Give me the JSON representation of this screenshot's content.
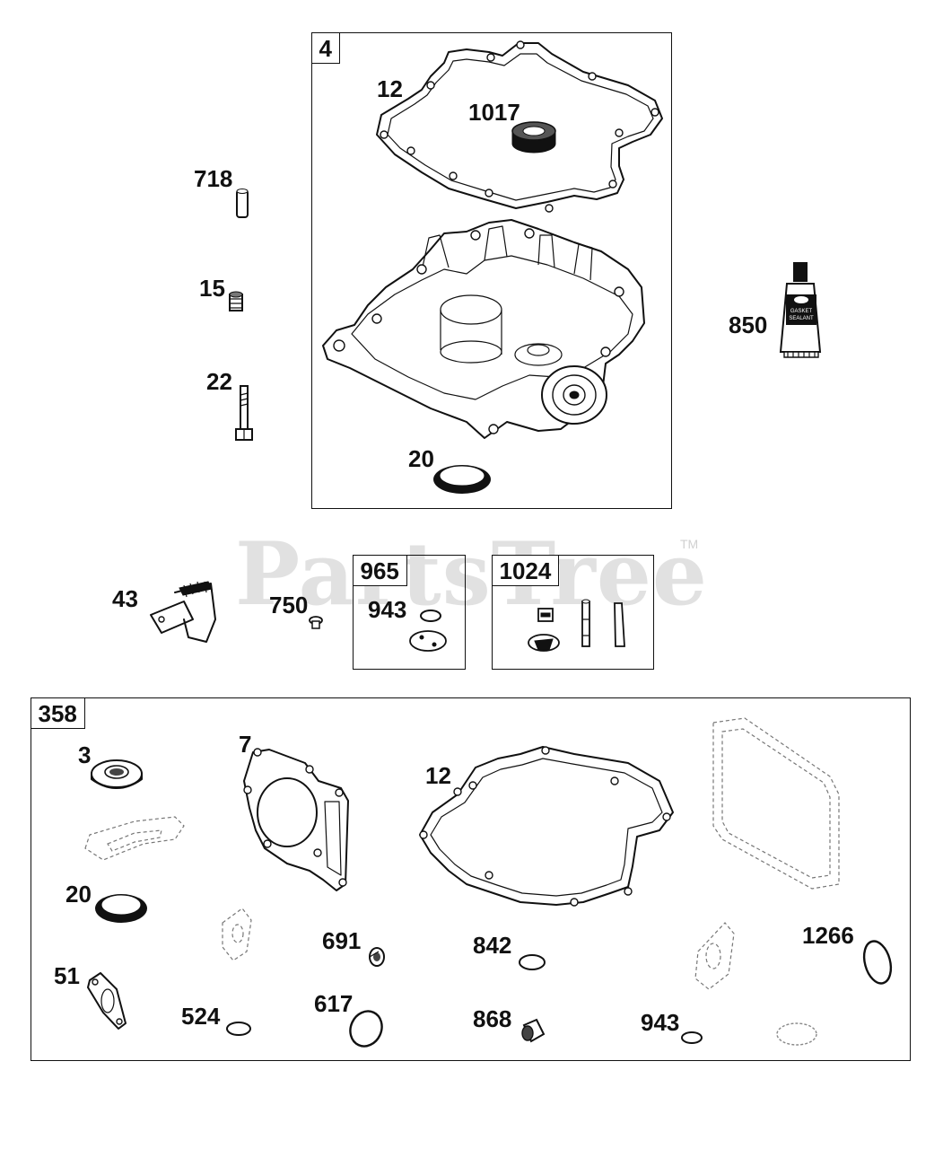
{
  "watermark": {
    "text": "PartsTree",
    "trademark": "TM"
  },
  "kits": {
    "k4": {
      "label": "4"
    },
    "k965": {
      "label": "965"
    },
    "k1024": {
      "label": "1024"
    },
    "k358": {
      "label": "358"
    }
  },
  "callouts": {
    "c12_top": "12",
    "c1017": "1017",
    "c718": "718",
    "c15": "15",
    "c22": "22",
    "c850": "850",
    "c20_top": "20",
    "c43": "43",
    "c750": "750",
    "c943_kit": "943",
    "c3": "3",
    "c7": "7",
    "c12_bot": "12",
    "c20_bot": "20",
    "c691": "691",
    "c842": "842",
    "c1266": "1266",
    "c51": "51",
    "c524": "524",
    "c617": "617",
    "c868": "868",
    "c943_bot": "943"
  },
  "parts": {
    "p_tube_text_1": "GASKET",
    "p_tube_text_2": "SEALANT"
  }
}
